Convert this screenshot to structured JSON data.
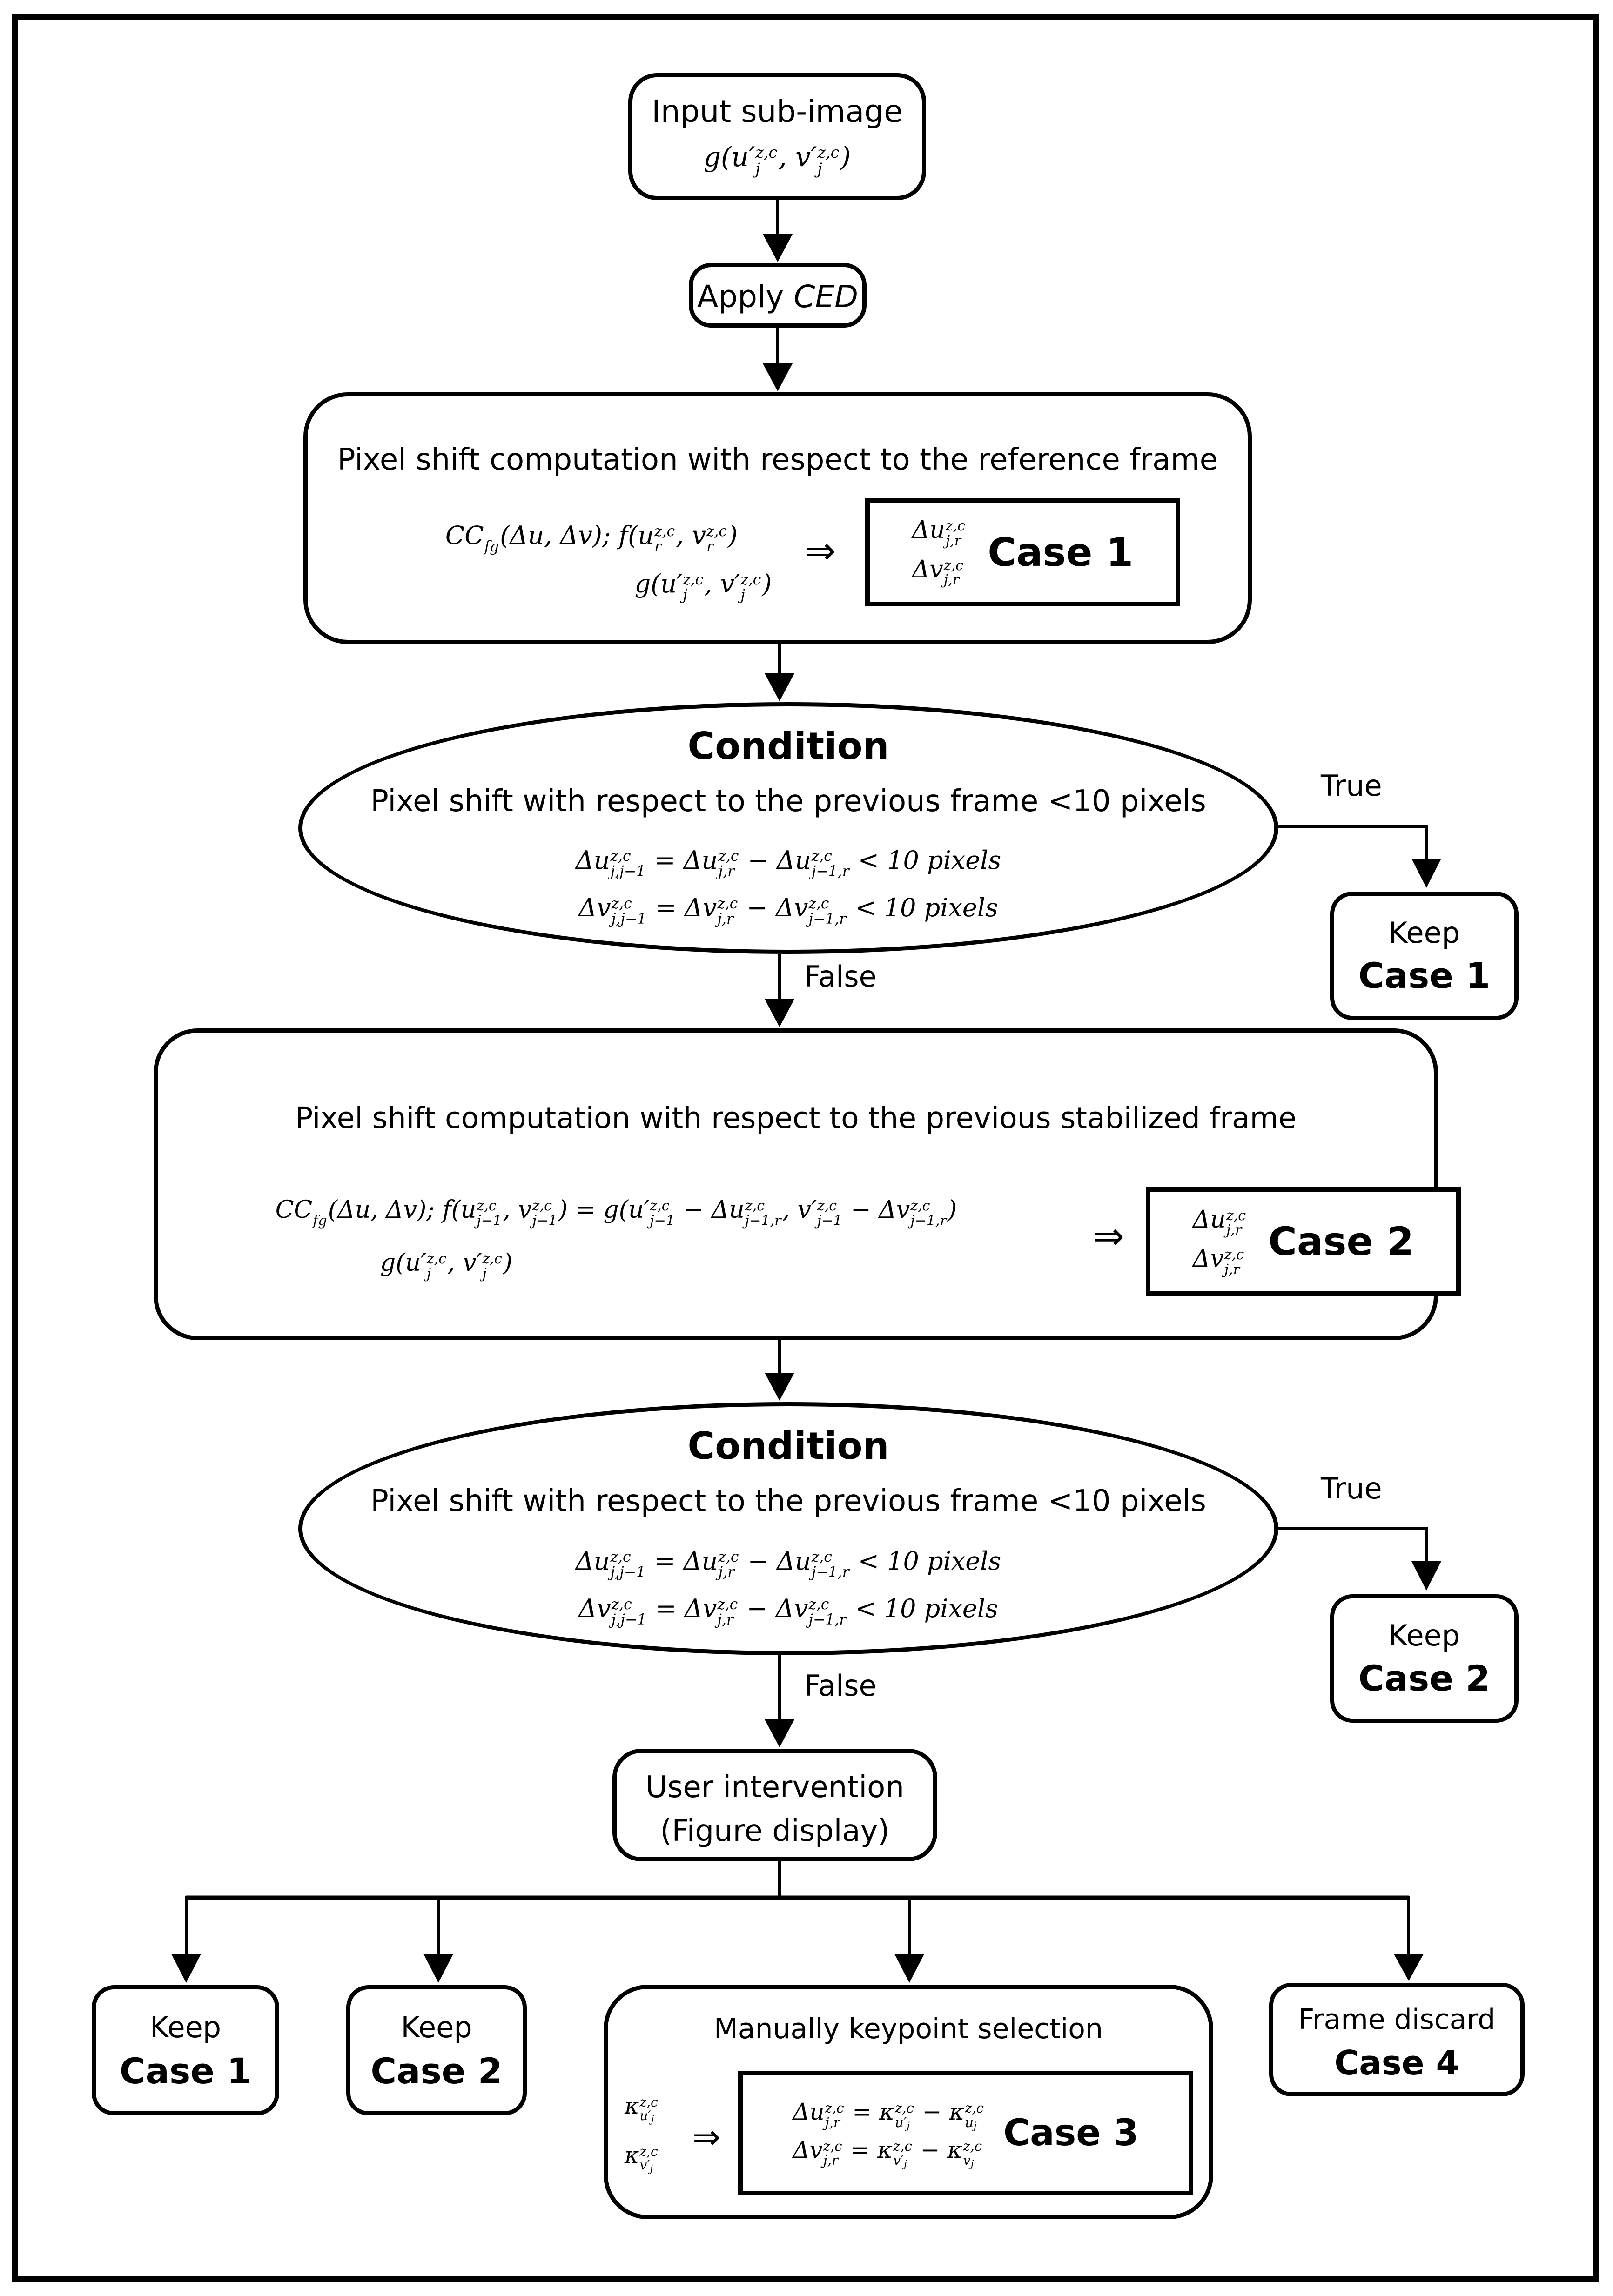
{
  "diagram": {
    "colors": {
      "ink": "#000000",
      "background": "#ffffff"
    },
    "nodes": {
      "input": {
        "title": "Input sub-image",
        "math": "g(u′{z,c|j}, v′{z,c|j})"
      },
      "apply": {
        "label_pre": "Apply ",
        "label_em": "CED"
      },
      "box1": {
        "title": "Pixel shift computation with respect to the reference frame",
        "math1": "CC{|fg}(Δu, Δv);  f(u{z,c|r}, v{z,c|r})",
        "math2": "g(u′{z,c|j}, v′{z,c|j})",
        "imply": "⇒",
        "out1": "Δu{z,c|j,r}",
        "out2": "Δv{z,c|j,r}",
        "case_label": "Case 1"
      },
      "cond1": {
        "title": "Condition",
        "subtitle": "Pixel shift with respect to the previous frame <10 pixels",
        "math1": "Δu{z,c|j,j−1} = Δu{z,c|j,r} − Δu{z,c|j−1,r} < 10 pixels",
        "math2": "Δv{z,c|j,j−1} = Δv{z,c|j,r} − Δv{z,c|j−1,r} < 10 pixels",
        "true_label": "True",
        "false_label": "False"
      },
      "keep_case1": {
        "line1": "Keep",
        "line2": "Case 1"
      },
      "box2": {
        "title": "Pixel shift computation with respect to the previous stabilized frame",
        "math1": "CC{|fg}(Δu, Δv);  f(u{z,c|j−1}, v{z,c|j−1}) = g(u′{z,c|j−1} − Δu{z,c|j−1,r}, v′{z,c|j−1} − Δv{z,c|j−1,r})",
        "math2": "g(u′{z,c|j}, v′{z,c|j})",
        "imply": "⇒",
        "out1": "Δu{z,c|j,r}",
        "out2": "Δv{z,c|j,r}",
        "case_label": "Case 2"
      },
      "cond2": {
        "title": "Condition",
        "subtitle": "Pixel shift with respect to the previous frame <10 pixels",
        "math1": "Δu{z,c|j,j−1} = Δu{z,c|j,r} − Δu{z,c|j−1,r} < 10 pixels",
        "math2": "Δv{z,c|j,j−1} = Δv{z,c|j,r} − Δv{z,c|j−1,r} < 10 pixels",
        "true_label": "True",
        "false_label": "False"
      },
      "keep_case2": {
        "line1": "Keep",
        "line2": "Case 2"
      },
      "user": {
        "line1": "User intervention",
        "line2": "(Figure display)"
      },
      "keep_case1_final": {
        "line1": "Keep",
        "line2": "Case 1"
      },
      "keep_case2_final": {
        "line1": "Keep",
        "line2": "Case 2"
      },
      "manual": {
        "title": "Manually keypoint selection",
        "k1": "κ{z,c|u′~j}",
        "k2": "κ{z,c|v′~j}",
        "imply": "⇒",
        "math1": "Δu{z,c|j,r} = κ{z,c|u′~j} − κ{z,c|u~j}",
        "math2": "Δv{z,c|j,r} = κ{z,c|v′~j} − κ{z,c|v~j}",
        "case_label": "Case 3"
      },
      "discard": {
        "line1": "Frame discard",
        "line2": "Case 4"
      }
    }
  }
}
